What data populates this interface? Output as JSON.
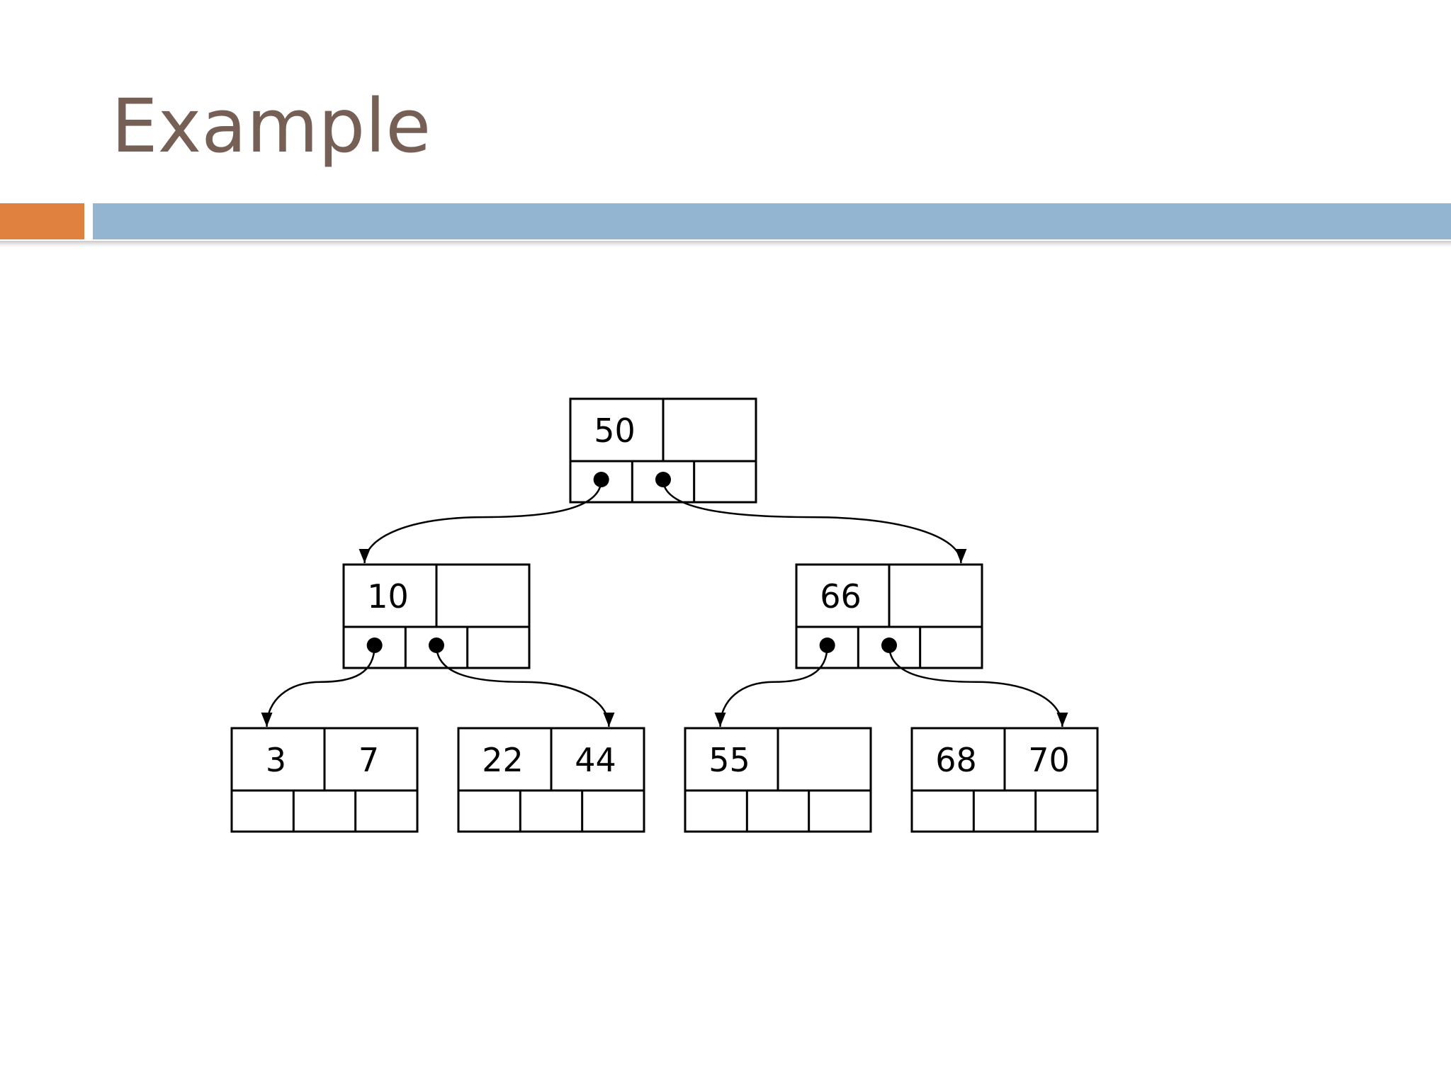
{
  "slide": {
    "title": "Example",
    "colors": {
      "title": "#765f55",
      "accent_bar": "#e0813f",
      "header_bar": "#93b5d1"
    }
  },
  "tree": {
    "nodes": [
      {
        "id": "root",
        "keys": [
          "50",
          ""
        ],
        "children": [
          "n10",
          "n66"
        ]
      },
      {
        "id": "n10",
        "keys": [
          "10",
          ""
        ],
        "children": [
          "leaf-3-7",
          "leaf-22-44"
        ]
      },
      {
        "id": "n66",
        "keys": [
          "66",
          ""
        ],
        "children": [
          "leaf-55",
          "leaf-68-70"
        ]
      },
      {
        "id": "leaf-3-7",
        "keys": [
          "3",
          "7"
        ],
        "children": []
      },
      {
        "id": "leaf-22-44",
        "keys": [
          "22",
          "44"
        ],
        "children": []
      },
      {
        "id": "leaf-55",
        "keys": [
          "55",
          ""
        ],
        "children": []
      },
      {
        "id": "leaf-68-70",
        "keys": [
          "68",
          "70"
        ],
        "children": []
      }
    ]
  }
}
